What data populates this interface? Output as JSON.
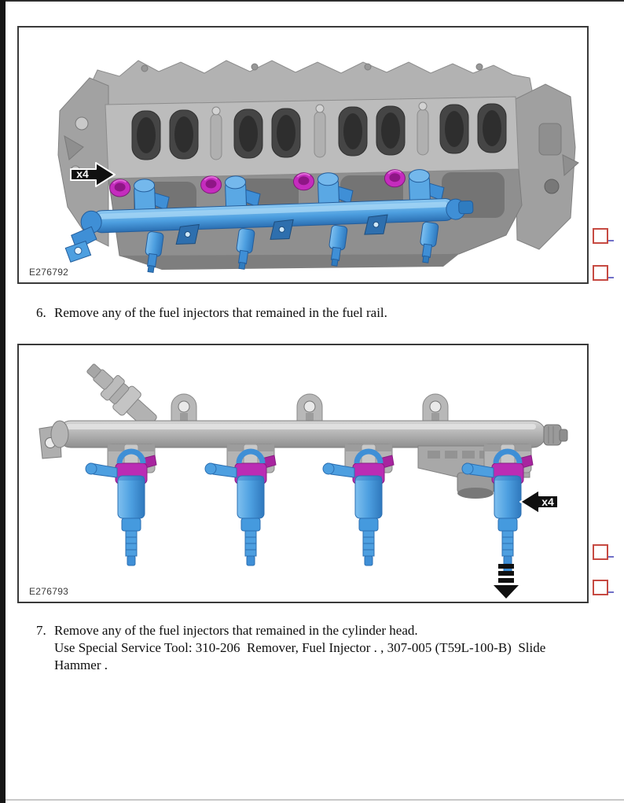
{
  "figure1": {
    "label": "E276792",
    "callout": "x4"
  },
  "figure2": {
    "label": "E276793",
    "callout": "x4"
  },
  "steps": {
    "step6": {
      "number": "6.",
      "line1": "Remove any of the fuel injectors that remained in the fuel rail."
    },
    "step7": {
      "number": "7.",
      "line1": "Remove any of the fuel injectors that remained in the cylinder head.",
      "line2": "Use Special Service Tool: 310-206  Remover, Fuel Injector . , 307-005 (T59L-100-B)  Slide",
      "line3": "Hammer ."
    }
  },
  "colors": {
    "page_edge_black": "#161616",
    "figure_border": "#3a3a3a",
    "body_text": "#0d0d0d",
    "figure_code_text": "#3b3b3b",
    "rail_blue": "#4d9fe0",
    "rail_blue_dark": "#2b6fb2",
    "seal_magenta": "#c52cbe",
    "metal_gray": "#ababab",
    "port_dark_gray": "#454545",
    "callout_background": "#101010",
    "callout_text": "#ffffff",
    "annotation_red": "#c64a42",
    "annotation_blue": "#7070c8",
    "bottom_rule_gray": "#c8c8c8"
  }
}
